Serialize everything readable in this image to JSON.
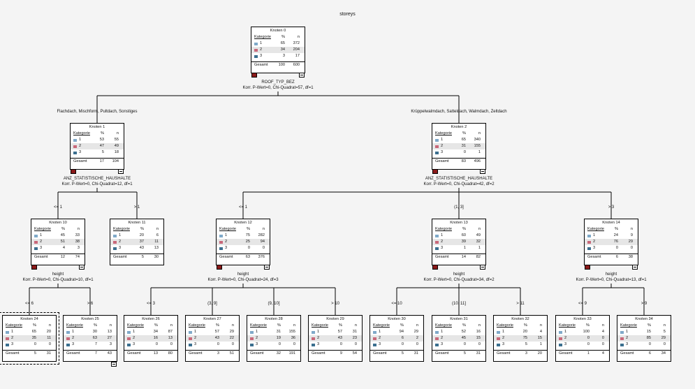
{
  "title": "storeys",
  "colors": {
    "cat1": "#7fa9c9",
    "cat2": "#c8687a",
    "cat3": "#3b6f8f",
    "terminal": "#8b1a1a",
    "line": "#000000"
  },
  "header": {
    "category": "Kategorie",
    "percent": "%",
    "n": "n"
  },
  "total_label": "Gesamt",
  "nodes": [
    {
      "id": 0,
      "title": "Knoten 0",
      "rows": [
        [
          "1",
          "65",
          "372"
        ],
        [
          "2",
          "34",
          "204"
        ],
        [
          "3",
          "3",
          "17"
        ]
      ],
      "total": [
        "100",
        "600"
      ]
    },
    {
      "id": 1,
      "title": "Knoten 1",
      "rows": [
        [
          "1",
          "53",
          "55"
        ],
        [
          "2",
          "47",
          "49"
        ],
        [
          "3",
          "5",
          "18"
        ]
      ],
      "total": [
        "17",
        "104"
      ]
    },
    {
      "id": 2,
      "title": "Knoten 2",
      "rows": [
        [
          "1",
          "65",
          "340"
        ],
        [
          "2",
          "31",
          "155"
        ],
        [
          "3",
          "0",
          "1"
        ]
      ],
      "total": [
        "83",
        "496"
      ]
    },
    {
      "id": 10,
      "title": "Knoten 10",
      "rows": [
        [
          "1",
          "45",
          "33"
        ],
        [
          "2",
          "51",
          "38"
        ],
        [
          "3",
          "4",
          "3"
        ]
      ],
      "total": [
        "12",
        "74"
      ]
    },
    {
      "id": 11,
      "title": "Knoten 11",
      "rows": [
        [
          "1",
          "20",
          "6"
        ],
        [
          "2",
          "37",
          "11"
        ],
        [
          "3",
          "43",
          "13"
        ]
      ],
      "total": [
        "5",
        "30"
      ]
    },
    {
      "id": 12,
      "title": "Knoten 12",
      "rows": [
        [
          "1",
          "75",
          "282"
        ],
        [
          "2",
          "25",
          "94"
        ],
        [
          "3",
          "0",
          "0"
        ]
      ],
      "total": [
        "63",
        "376"
      ]
    },
    {
      "id": 13,
      "title": "Knoten 13",
      "rows": [
        [
          "1",
          "60",
          "49"
        ],
        [
          "2",
          "39",
          "32"
        ],
        [
          "3",
          "1",
          "1"
        ]
      ],
      "total": [
        "14",
        "82"
      ]
    },
    {
      "id": 14,
      "title": "Knoten 14",
      "rows": [
        [
          "1",
          "24",
          "9"
        ],
        [
          "2",
          "76",
          "29"
        ],
        [
          "3",
          "0",
          "0"
        ]
      ],
      "total": [
        "6",
        "38"
      ]
    },
    {
      "id": 24,
      "title": "Knoten 24",
      "rows": [
        [
          "1",
          "65",
          "20"
        ],
        [
          "2",
          "35",
          "11"
        ],
        [
          "3",
          "0",
          "0"
        ]
      ],
      "total": [
        "5",
        "31"
      ]
    },
    {
      "id": 25,
      "title": "Knoten 25",
      "rows": [
        [
          "1",
          "30",
          "13"
        ],
        [
          "2",
          "63",
          "27"
        ],
        [
          "3",
          "7",
          "3"
        ]
      ],
      "total": [
        "7",
        "43"
      ]
    },
    {
      "id": 26,
      "title": "Knoten 26",
      "rows": [
        [
          "1",
          "34",
          "87"
        ],
        [
          "2",
          "16",
          "13"
        ],
        [
          "3",
          "0",
          "0"
        ]
      ],
      "total": [
        "13",
        "80"
      ]
    },
    {
      "id": 27,
      "title": "Knoten 27",
      "rows": [
        [
          "1",
          "57",
          "29"
        ],
        [
          "2",
          "43",
          "22"
        ],
        [
          "3",
          "0",
          "0"
        ]
      ],
      "total": [
        "3",
        "51"
      ]
    },
    {
      "id": 28,
      "title": "Knoten 28",
      "rows": [
        [
          "1",
          "31",
          "155"
        ],
        [
          "2",
          "19",
          "36"
        ],
        [
          "3",
          "0",
          "0"
        ]
      ],
      "total": [
        "32",
        "191"
      ]
    },
    {
      "id": 29,
      "title": "Knoten 29",
      "rows": [
        [
          "1",
          "57",
          "31"
        ],
        [
          "2",
          "43",
          "23"
        ],
        [
          "3",
          "0",
          "0"
        ]
      ],
      "total": [
        "9",
        "54"
      ]
    },
    {
      "id": 30,
      "title": "Knoten 30",
      "rows": [
        [
          "1",
          "94",
          "29"
        ],
        [
          "2",
          "6",
          "2"
        ],
        [
          "3",
          "0",
          "0"
        ]
      ],
      "total": [
        "5",
        "31"
      ]
    },
    {
      "id": 31,
      "title": "Knoten 31",
      "rows": [
        [
          "1",
          "52",
          "16"
        ],
        [
          "2",
          "45",
          "15"
        ],
        [
          "3",
          "0",
          "0"
        ]
      ],
      "total": [
        "5",
        "31"
      ]
    },
    {
      "id": 32,
      "title": "Knoten 32",
      "rows": [
        [
          "1",
          "20",
          "4"
        ],
        [
          "2",
          "75",
          "15"
        ],
        [
          "3",
          "5",
          "1"
        ]
      ],
      "total": [
        "3",
        "20"
      ]
    },
    {
      "id": 33,
      "title": "Knoten 33",
      "rows": [
        [
          "1",
          "100",
          "4"
        ],
        [
          "2",
          "0",
          "0"
        ],
        [
          "3",
          "0",
          "0"
        ]
      ],
      "total": [
        "1",
        "4"
      ]
    },
    {
      "id": 34,
      "title": "Knoten 34",
      "rows": [
        [
          "1",
          "15",
          "5"
        ],
        [
          "2",
          "85",
          "29"
        ],
        [
          "3",
          "0",
          "0"
        ]
      ],
      "total": [
        "6",
        "34"
      ]
    }
  ],
  "splits": [
    {
      "parent": 0,
      "var": "ROOF_TYP_BEZ",
      "stat": "Korr. P-Wert=0, Chi-Quadrat=57, df=1"
    },
    {
      "parent": 1,
      "var": "ANZ_STATISTISCHE_HAUSHALTE",
      "stat": "Korr. P-Wert=0, Chi-Quadrat=12, df=1"
    },
    {
      "parent": 2,
      "var": "ANZ_STATISTISCHE_HAUSHALTE",
      "stat": "Korr. P-Wert=0, Chi-Quadrat=42, df=2"
    },
    {
      "parent": 10,
      "var": "height",
      "stat": "Korr. P-Wert=0, Chi-Quadrat=10, df=1"
    },
    {
      "parent": 12,
      "var": "height",
      "stat": "Korr. P-Wert=0, Chi-Quadrat=24, df=3"
    },
    {
      "parent": 13,
      "var": "height",
      "stat": "Korr. P-Wert=0, Chi-Quadrat=34, df=2"
    },
    {
      "parent": 14,
      "var": "height",
      "stat": "Korr. P-Wert=0, Chi-Quadrat=13, df=1"
    }
  ],
  "branch_labels": [
    {
      "child": 1,
      "text": "Flachdach, Mischform, Pultdach, Sonstiges"
    },
    {
      "child": 2,
      "text": "Krüppelwalmdach, Satteldach, Walmdach, Zeltdach"
    },
    {
      "child": 10,
      "text": "<= 1"
    },
    {
      "child": 11,
      "text": "> 1"
    },
    {
      "child": 12,
      "text": "<= 1"
    },
    {
      "child": 13,
      "text": "(1, 3]"
    },
    {
      "child": 14,
      "text": "> 3"
    },
    {
      "child": 24,
      "text": "<= 6"
    },
    {
      "child": 25,
      "text": "> 6"
    },
    {
      "child": 26,
      "text": "<= 3"
    },
    {
      "child": 27,
      "text": "(3, 9]"
    },
    {
      "child": 28,
      "text": "(9, 10]"
    },
    {
      "child": 29,
      "text": "> 10"
    },
    {
      "child": 30,
      "text": "<= 10"
    },
    {
      "child": 31,
      "text": "(10, 11]"
    },
    {
      "child": 32,
      "text": "> 11"
    },
    {
      "child": 33,
      "text": "<= 9"
    },
    {
      "child": 34,
      "text": "> 9"
    }
  ]
}
